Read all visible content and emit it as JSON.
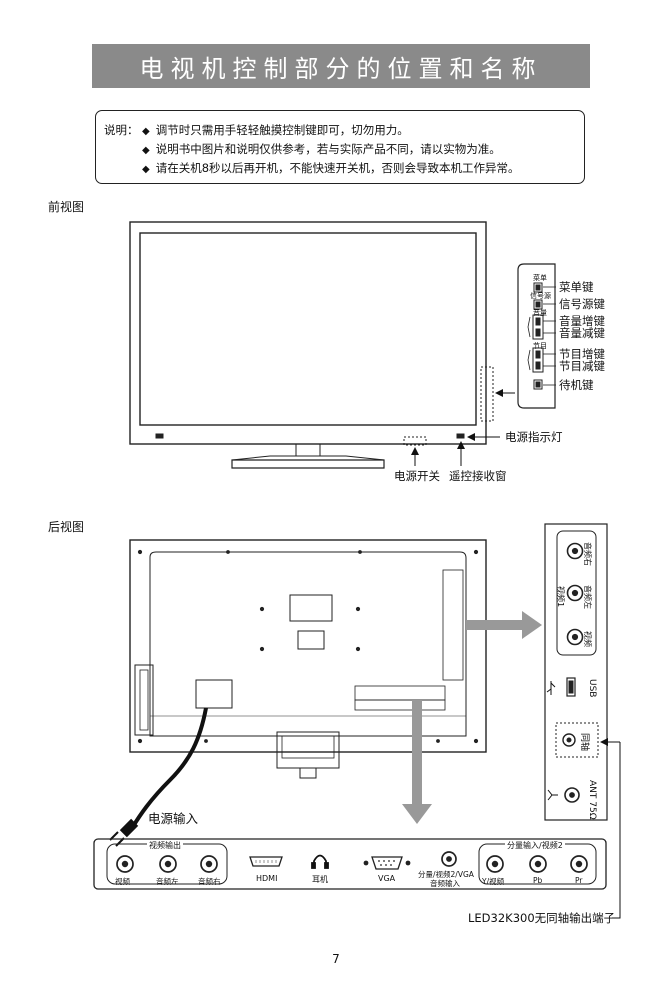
{
  "page": {
    "title": "电视机控制部分的位置和名称",
    "page_number": "7"
  },
  "notes": {
    "lead": "说明：",
    "items": [
      "调节时只需用手轻轻触摸控制键即可，切勿用力。",
      "说明书中图片和说明仅供参考，若与实际产品不同，请以实物为准。",
      "请在关机8秒以后再开机，不能快速开关机，否则会导致本机工作异常。"
    ]
  },
  "front_view": {
    "heading": "前视图",
    "keys": [
      "菜单键",
      "信号源键",
      "音量增键",
      "音量减键",
      "节目增键",
      "节目减键",
      "待机键"
    ],
    "key_tiny": [
      "菜单",
      "信号源",
      "音量",
      "节目"
    ],
    "power_indicator": "电源指示灯",
    "power_switch": "电源开关",
    "remote_window": "遥控接收窗"
  },
  "rear_view": {
    "heading": "后视图",
    "power_input": "电源输入",
    "side_panel": {
      "audio_right": "音频右",
      "audio_left": "音频左",
      "video": "视频",
      "video1": "视频1",
      "usb": "USB",
      "coaxial": "同轴",
      "ant": "ANT 75Ω"
    },
    "bottom_panel": {
      "av_out_group": "视频输出",
      "av_out_video": "视频",
      "av_out_left": "音频左",
      "av_out_right": "音频右",
      "hdmi": "HDMI",
      "earphone": "耳机",
      "vga": "VGA",
      "component_audio_1": "分量/视频2/VGA",
      "component_audio_2": "音频输入",
      "component_group": "分量输入/视频2",
      "y_video": "Y/视频",
      "pb": "Pb",
      "pr": "Pr"
    },
    "model_note": "LED32K300无同轴输出端子"
  }
}
